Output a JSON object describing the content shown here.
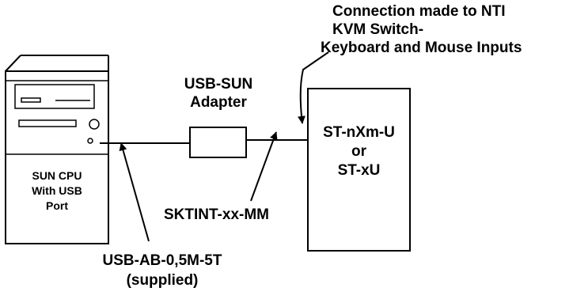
{
  "connection_note": {
    "line1": "Connection made to NTI",
    "line2": "KVM Switch-",
    "line3": "Keyboard and Mouse Inputs"
  },
  "adapter_label": {
    "line1": "USB-SUN",
    "line2": "Adapter"
  },
  "switch_label": {
    "line1": "ST-nXm-U",
    "line2": "or",
    "line3": "ST-xU"
  },
  "cpu_label": {
    "line1": "SUN CPU",
    "line2": "With USB",
    "line3": "Port"
  },
  "cable_sktint": "SKTINT-xx-MM",
  "cable_usb": {
    "line1": "USB-AB-0,5M-5T",
    "line2": "(supplied)"
  }
}
